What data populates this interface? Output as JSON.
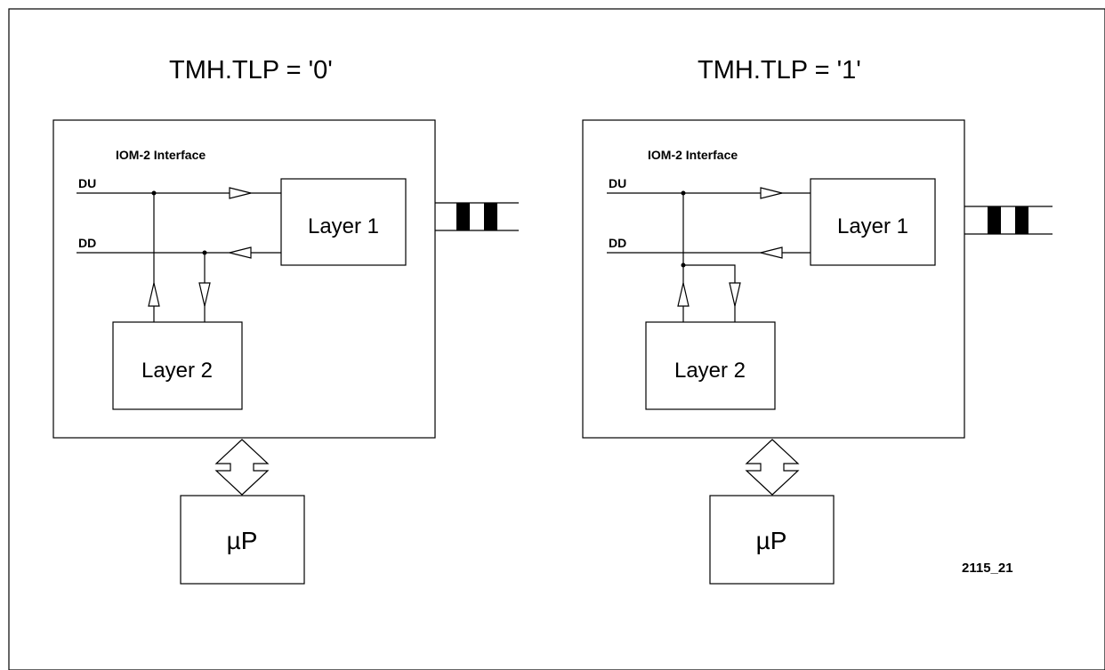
{
  "frame": {
    "background": "#ffffff",
    "line_color": "#000000"
  },
  "left": {
    "title": "TMH.TLP = '0'",
    "interface_label": "IOM-2 Interface",
    "du_label": "DU",
    "dd_label": "DD",
    "layer1_label": "Layer 1",
    "layer2_label": "Layer 2",
    "up_label": "µP"
  },
  "right": {
    "title": "TMH.TLP = '1'",
    "interface_label": "IOM-2 Interface",
    "du_label": "DU",
    "dd_label": "DD",
    "layer1_label": "Layer 1",
    "layer2_label": "Layer 2",
    "up_label": "µP"
  },
  "figure_code": "2115_21"
}
